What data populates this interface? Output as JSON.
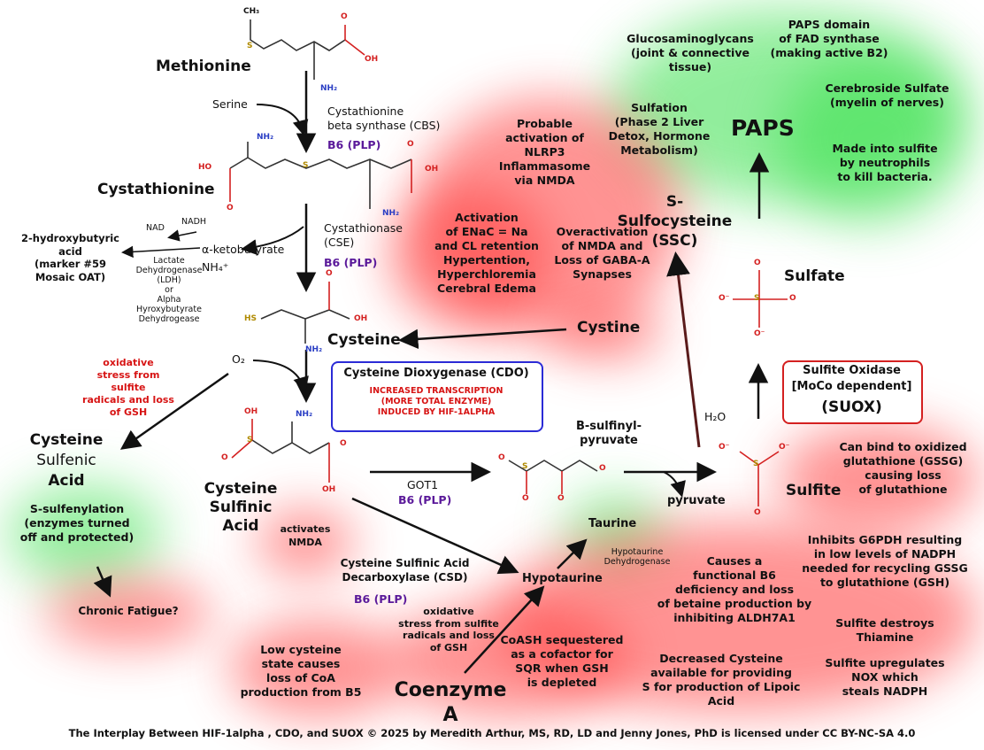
{
  "blob_colors": {
    "red": "#ff3b3b",
    "green": "#39e04c"
  },
  "line_colors": {
    "ink": "#111111",
    "red": "#d42020",
    "purple": "#5b1a9a",
    "molecule_oxygen": "#d42020",
    "molecule_sulfur": "#b08a00",
    "molecule_nitrogen": "#2a3ec4"
  },
  "pathway": {
    "methionine": "Methionine",
    "serine": "Serine",
    "cbs_enzyme": "Cystathionine\nbeta synthase (CBS)",
    "cbs_cofactor": "B6 (PLP)",
    "cystathionine": "Cystathionine",
    "cse_enzyme": "Cystathionase\n(CSE)",
    "cse_cofactor": "B6 (PLP)",
    "ketobutyrate": "α-ketobutyrate",
    "ammonium": "NH₄⁺",
    "nad": "NAD",
    "nadh": "NADH",
    "hydroxybutyric": "2-hydroxybutyric\nacid\n(marker #59\nMosaic OAT)",
    "ldh_note": "Lactate\nDehydrogenase\n(LDH)\nor\nAlpha\nHyroxybutyrate\nDehydrogease",
    "cysteine": "Cysteine",
    "cystine": "Cystine",
    "o2": "O₂",
    "cdo_title": "Cysteine Dioxygenase (CDO)",
    "cdo_note": "INCREASED TRANSCRIPTION\n(MORE TOTAL ENZYME)\nINDUCED BY HIF-1ALPHA",
    "oxidative_stress_1": "oxidative\nstress from sulfite\nradicals and loss\nof GSH",
    "cysteine_sulfenic": "Cysteine",
    "sulfenic_word": "Sulfenic",
    "acid_word": "Acid",
    "s_sulfenylation": "S-sulfenylation\n(enzymes turned\noff  and protected)",
    "chronic_fatigue": "Chronic Fatigue?",
    "cysteine_sulfinic": "Cysteine\nSulfinic\nAcid",
    "activates_nmda": "activates\nNMDA",
    "got1": "GOT1",
    "got1_cofactor": "B6 (PLP)",
    "b_sulfinyl": "B-sulfinyl-\npyruvate",
    "pyruvate": "pyruvate",
    "csd_enzyme": "Cysteine Sulfinic Acid\nDecarboxylase (CSD)",
    "csd_cofactor": "B6 (PLP)",
    "hypotaurine": "Hypotaurine",
    "taurine": "Taurine",
    "hypotaurine_dh": "Hypotaurine\nDehydrogenase",
    "oxidative_stress_2": "oxidative\nstress from sulfite\nradicals and loss\nof GSH",
    "low_cysteine": "Low cysteine\nstate causes\nloss of CoA\nproduction from B5",
    "coenzyme_a": "Coenzyme A",
    "coash": "CoASH sequestered\nas a cofactor for\nSQR when GSH\nis depleted",
    "sulfite": "Sulfite",
    "h2o": "H₂O",
    "suox": "Sulfite Oxidase\n[MoCo dependent]",
    "suox_abbr": "(SUOX)",
    "sulfate": "Sulfate",
    "paps": "PAPS",
    "s_sulfocysteine": "S-Sulfocysteine\n(SSC)",
    "overactivation": "Overactivation\nof NMDA and\nLoss of GABA-A\nSynapses",
    "enac": "Activation\nof ENaC = Na\nand CL retention\nHypertention,\nHyperchloremia\nCerebral Edema",
    "nlrp3": "Probable\nactivation of\nNLRP3\nInflammasome\nvia NMDA"
  },
  "green_notes": {
    "glycosaminoglycans": "Glucosaminoglycans\n(joint & connective\ntissue)",
    "fad": "PAPS domain\nof FAD synthase\n(making active B2)",
    "sulfation": "Sulfation\n(Phase 2 Liver\nDetox, Hormone\nMetabolism)",
    "cerebroside": "Cerebroside Sulfate\n(myelin of nerves)",
    "neutrophils": "Made into sulfite\nby neutrophils\nto kill bacteria."
  },
  "red_notes": {
    "gssg": "Can bind to oxidized\nglutathione (GSSG)\ncausing loss\nof glutathione",
    "g6pdh": "Inhibits G6PDH resulting\nin low levels of NADPH\nneeded for recycling GSSG\nto glutathione (GSH)",
    "b6": "Causes a\nfunctional B6\ndeficiency and loss\nof betaine production by\ninhibiting ALDH7A1",
    "thiamine": "Sulfite destroys\nThiamine",
    "lipoic": "Decreased Cysteine\navailable for providing\nS for production of Lipoic Acid",
    "nox": "Sulfite upregulates\nNOX which\nsteals NADPH"
  },
  "molecule_atoms": {
    "ch3": "CH₃",
    "s": "S",
    "oh": "OH",
    "o": "O",
    "nh2": "NH₂",
    "ho": "HO",
    "hs": "HS",
    "minus_o": "O⁻"
  },
  "footer": "The Interplay Between HIF-1alpha , CDO, and SUOX © 2025 by Meredith Arthur, MS, RD, LD and Jenny Jones, PhD is licensed under CC BY-NC-SA 4.0"
}
